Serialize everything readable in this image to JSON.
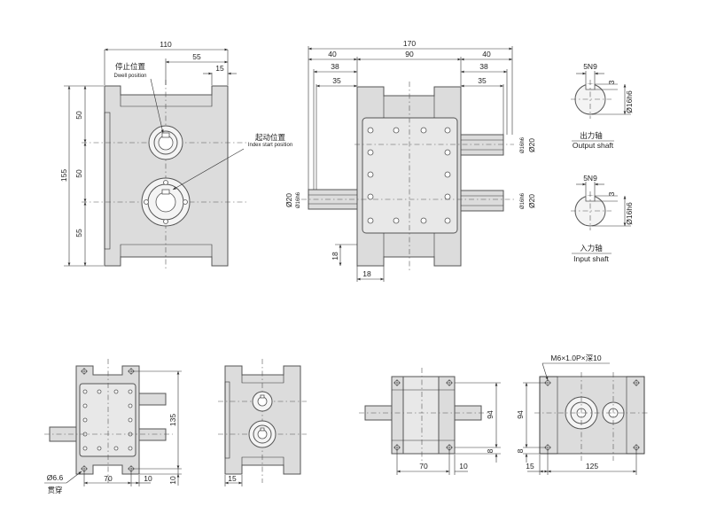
{
  "top_left_view": {
    "width_total": "110",
    "width_half": "55",
    "edge_offset": "15",
    "height_total": "155",
    "height_top": "50",
    "height_mid": "50",
    "height_bottom": "55",
    "dwell_position_cn": "停止位置",
    "dwell_position_en": "Dwell position",
    "index_start_cn": "起动位置",
    "index_start_en": "Index start position"
  },
  "top_middle_view": {
    "width_total": "170",
    "left_40": "40",
    "left_38": "38",
    "left_35": "35",
    "center_90": "90",
    "right_40": "40",
    "right_38": "38",
    "right_35": "35",
    "input_dia_tol": "Ø16h6",
    "input_dia": "Ø20",
    "output_dia_tol_top": "Ø16h6",
    "output_dia_top": "Ø20",
    "output_dia_tol_bottom": "Ø16h6",
    "output_dia_bottom": "Ø20",
    "foot_height": "18",
    "foot_width": "18"
  },
  "shaft_details": {
    "output_key": "5N9",
    "output_key_depth": "3",
    "output_dia": "Ø16h6",
    "output_label_cn": "出力轴",
    "output_label_en": "Output shaft",
    "input_key": "5N9",
    "input_key_depth": "3",
    "input_dia": "Ø16h6",
    "input_label_cn": "入力轴",
    "input_label_en": "Input shaft"
  },
  "bottom_view_1": {
    "height": "135",
    "foot_h": "10",
    "width": "70",
    "foot_w": "10",
    "hole_dia": "Ø6.6",
    "hole_note_cn": "贯穿"
  },
  "bottom_view_2": {
    "foot_w": "15"
  },
  "bottom_view_3": {
    "height": "94",
    "foot_h": "8",
    "width": "70",
    "foot_w": "10"
  },
  "bottom_view_4": {
    "thread_note": "M6×1.0P×深10",
    "height": "94",
    "foot_h": "8",
    "foot_w": "15",
    "width": "125"
  }
}
